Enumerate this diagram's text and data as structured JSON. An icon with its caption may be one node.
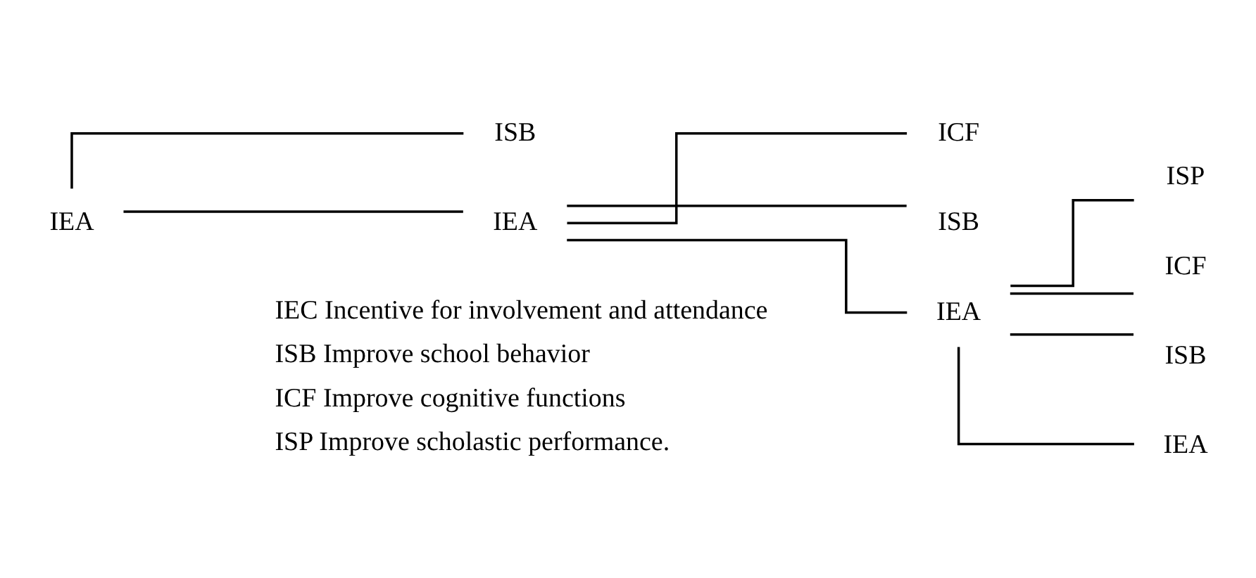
{
  "diagram": {
    "nodes": [
      {
        "text": [
          "IEA"
        ]
      },
      {
        "text": [
          "ISB"
        ]
      },
      {
        "text": [
          "IEA"
        ]
      },
      {
        "text": [
          "ICF"
        ]
      },
      {
        "text": [
          "ISB"
        ]
      },
      {
        "text": [
          "IEA"
        ]
      },
      {
        "text": [
          "ISP"
        ]
      },
      {
        "text": [
          "ICF"
        ]
      },
      {
        "text": [
          "ISB"
        ]
      },
      {
        "text": [
          "IEA"
        ]
      }
    ],
    "edges": [
      {
        "from": 0,
        "to": 1,
        "arrow": "none"
      },
      {
        "from": 0,
        "to": 2,
        "arrow": "none"
      },
      {
        "from": 2,
        "to": 3,
        "arrow": "none"
      },
      {
        "from": 2,
        "to": 4,
        "arrow": "none"
      },
      {
        "from": 2,
        "to": 5,
        "arrow": "none"
      },
      {
        "from": 5,
        "to": 6,
        "arrow": "none"
      },
      {
        "from": 5,
        "to": 7,
        "arrow": "none"
      },
      {
        "from": 5,
        "to": 8,
        "arrow": "none"
      },
      {
        "from": 5,
        "to": 9,
        "arrow": "none"
      }
    ],
    "labels": [
      "IEC Incentive for involvement and attendance",
      "ISB Improve school behavior",
      "ICF Improve cognitive functions",
      "ISP Improve scholastic performance."
    ]
  }
}
